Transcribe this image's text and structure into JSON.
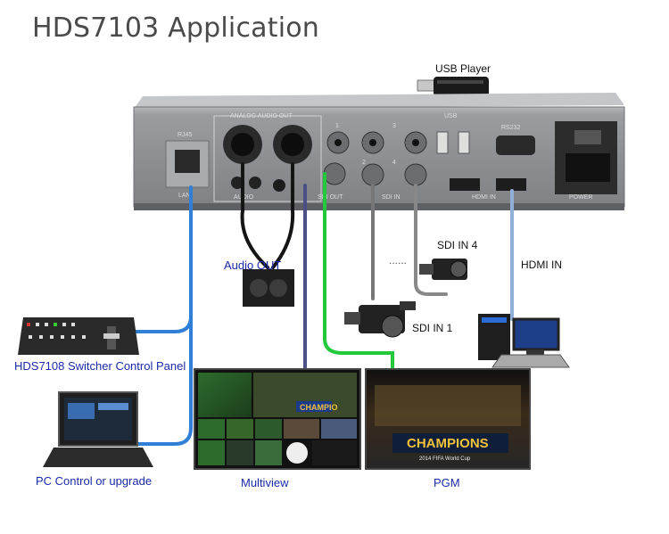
{
  "title": "HDS7103 Application",
  "device": {
    "usb_player_label": "USB Player",
    "panel_labels": {
      "rj45": "RJ45",
      "lan": "LAN",
      "analog_audio_out": "ANALOG AUDIO OUT",
      "audio": "AUDIO",
      "sdi_out": "SDI OUT",
      "sdi_in": "SDI IN",
      "usb": "USB",
      "rs232": "RS232",
      "hdmi_in": "HDMI IN",
      "power": "POWER",
      "port_1": "1",
      "port_2": "2",
      "port_3": "3",
      "port_4": "4"
    }
  },
  "connections": {
    "audio_out": "Audio OUT",
    "sdi_in_4": "SDI IN 4",
    "sdi_in_1": "SDI IN 1",
    "hdmi_in": "HDMI IN",
    "dots": "......"
  },
  "peripherals": {
    "switcher_panel": "HDS7108 Switcher Control Panel",
    "pc": "PC Control or upgrade",
    "multiview": "Multiview",
    "pgm": "PGM",
    "pgm_banner": "CHAMPIONS",
    "pgm_subbanner": "2014 FIFA World Cup",
    "multiview_banner": "CHAMPIO"
  },
  "colors": {
    "lan_cable": "#2f7fd6",
    "sdi_out_cable": "#22c93a",
    "hdmi_cable": "#8faed8",
    "device_body": "#8d8f92"
  }
}
